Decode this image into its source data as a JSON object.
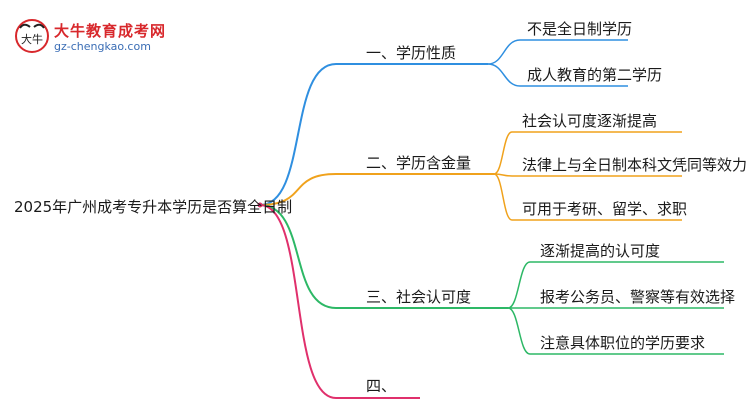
{
  "logo": {
    "mark_text": "大牛",
    "title": "大牛教育成考网",
    "url": "gz-chengkao.com"
  },
  "mindmap": {
    "root": "2025年广州成考专升本学历是否算全日制",
    "branches": [
      {
        "label": "一、学历性质",
        "color": "#2f8fe0",
        "children": [
          "不是全日制学历",
          "成人教育的第二学历"
        ]
      },
      {
        "label": "二、学历含金量",
        "color": "#f0a21c",
        "children": [
          "社会认可度逐渐提高",
          "法律上与全日制本科文凭同等效力",
          "可用于考研、留学、求职"
        ]
      },
      {
        "label": "三、社会认可度",
        "color": "#2db866",
        "children": [
          "逐渐提高的认可度",
          "报考公务员、警察等有效选择",
          "注意具体职位的学历要求"
        ]
      },
      {
        "label": "四、",
        "color": "#e0306c",
        "children": []
      }
    ]
  }
}
